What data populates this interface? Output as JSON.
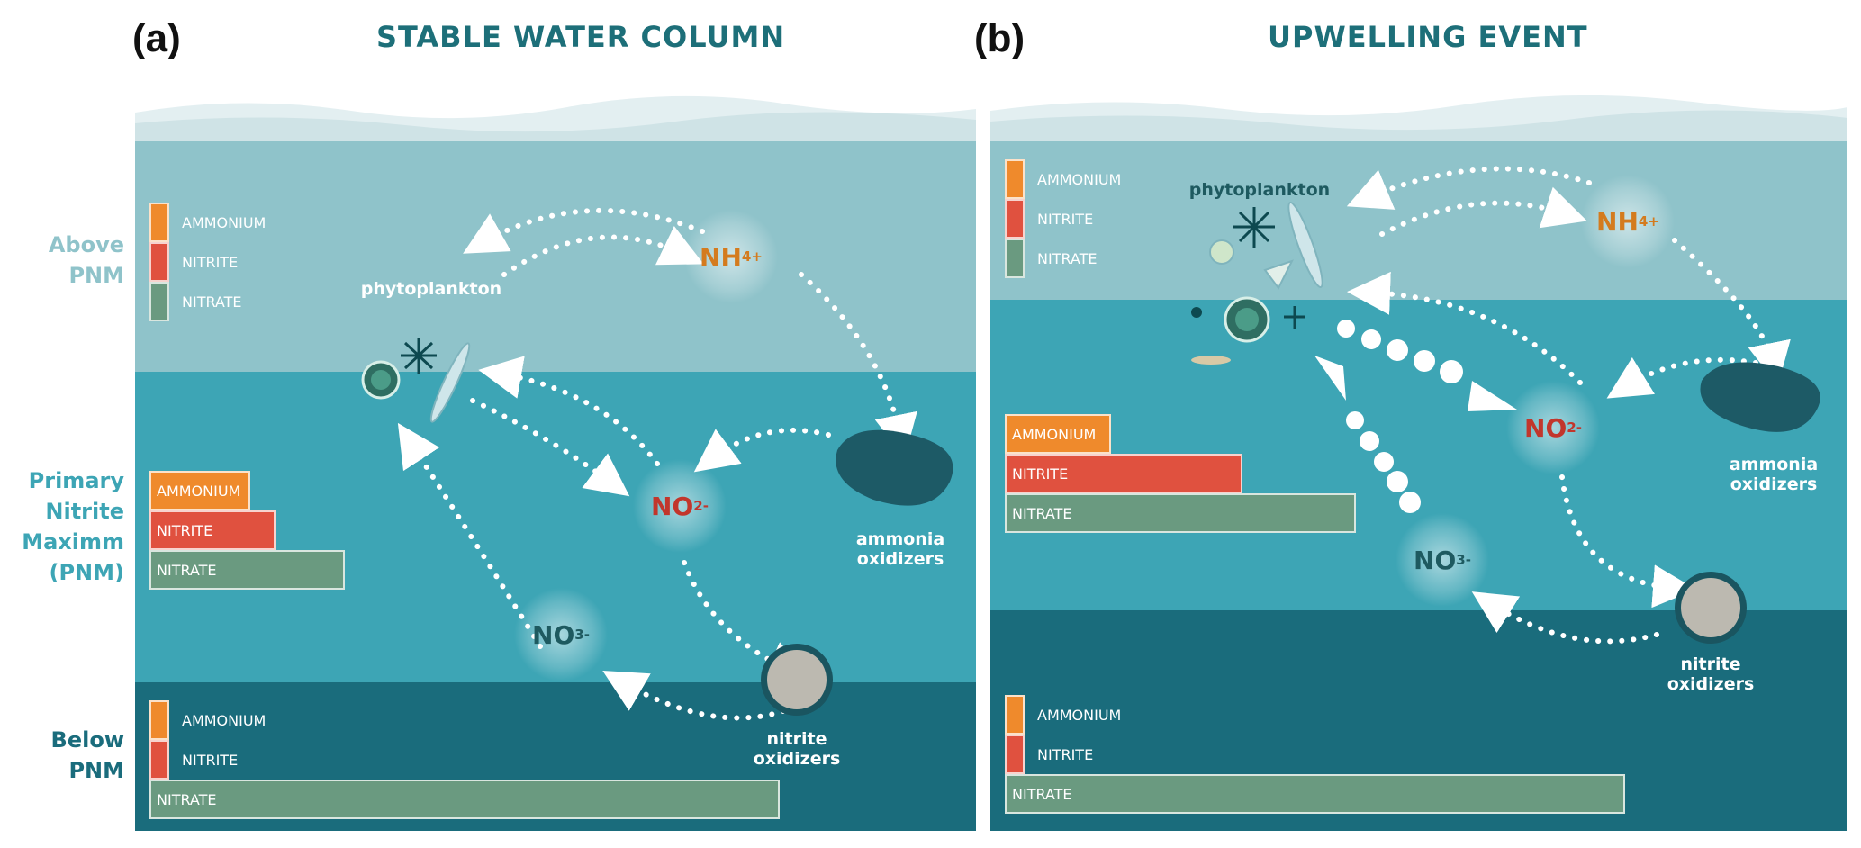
{
  "panels": [
    {
      "letter": "(a)",
      "title": "STABLE WATER COLUMN",
      "zones": [
        {
          "label": "Above\nPNM",
          "color": "#8fc3ca"
        },
        {
          "label": "Primary\nNitrite\nMaximm\n(PNM)",
          "color": "#3da5b5"
        },
        {
          "label": "Below\nPNM",
          "color": "#1a6c7c"
        }
      ],
      "bar_groups": [
        {
          "ammonium": "AMMONIUM",
          "nitrite": "NITRITE",
          "nitrate": "NITRATE",
          "ammonium_level": 0.06,
          "nitrite_level": 0.06,
          "nitrate_level": 0.06
        },
        {
          "ammonium": "AMMONIUM",
          "nitrite": "NITRITE",
          "nitrate": "NITRATE",
          "ammonium_level": 0.16,
          "nitrite_level": 0.2,
          "nitrate_level": 0.31
        },
        {
          "ammonium": "AMMONIUM",
          "nitrite": "NITRITE",
          "nitrate": "NITRATE",
          "ammonium_level": 0.06,
          "nitrite_level": 0.06,
          "nitrate_level": 1.0
        }
      ],
      "labels": {
        "phytoplankton": "phytoplankton",
        "ammonia_oxidizers": "ammonia\noxidizers",
        "nitrite_oxidizers": "nitrite\noxidizers"
      },
      "chems": {
        "nh4": {
          "base": "NH",
          "sub": "4",
          "sup": "+"
        },
        "no2": {
          "base": "NO",
          "sub": "2",
          "sup": "-"
        },
        "no3": {
          "base": "NO",
          "sub": "3",
          "sup": "-"
        }
      }
    },
    {
      "letter": "(b)",
      "title": "UPWELLING EVENT",
      "zones": [
        {
          "label": "",
          "color": "#8fc3ca"
        },
        {
          "label": "",
          "color": "#3da5b5"
        },
        {
          "label": "",
          "color": "#1a6c7c"
        }
      ],
      "bar_groups": [
        {
          "ammonium": "AMMONIUM",
          "nitrite": "NITRITE",
          "nitrate": "NITRATE",
          "ammonium_level": 0.06,
          "nitrite_level": 0.06,
          "nitrate_level": 0.06
        },
        {
          "ammonium": "AMMONIUM",
          "nitrite": "NITRITE",
          "nitrate": "NITRATE",
          "ammonium_level": 0.17,
          "nitrite_level": 0.38,
          "nitrate_level": 0.56
        },
        {
          "ammonium": "AMMONIUM",
          "nitrite": "NITRITE",
          "nitrate": "NITRATE",
          "ammonium_level": 0.06,
          "nitrite_level": 0.06,
          "nitrate_level": 0.99
        }
      ],
      "labels": {
        "phytoplankton": "phytoplankton",
        "ammonia_oxidizers": "ammonia\noxidizers",
        "nitrite_oxidizers": "nitrite\noxidizers"
      },
      "chems": {
        "nh4": {
          "base": "NH",
          "sub": "4",
          "sup": "+"
        },
        "no2": {
          "base": "NO",
          "sub": "2",
          "sup": "-"
        },
        "no3": {
          "base": "NO",
          "sub": "3",
          "sup": "-"
        }
      }
    }
  ]
}
